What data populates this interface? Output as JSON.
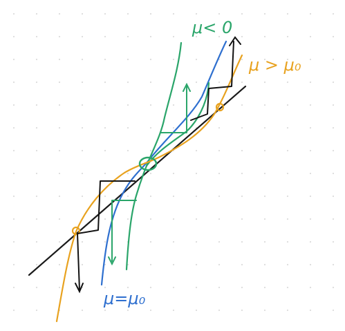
{
  "labels": {
    "green": "μ< 0",
    "orange": "μ > μ₀",
    "blue": "μ=μ₀"
  },
  "colors": {
    "background": "#ffffff",
    "dots": "#dcdcdc",
    "identity": "#1a1a1a",
    "green": "#2aa56a",
    "orange": "#e8a21f",
    "blue": "#2e6fcf",
    "arrow_black": "#111111"
  }
}
